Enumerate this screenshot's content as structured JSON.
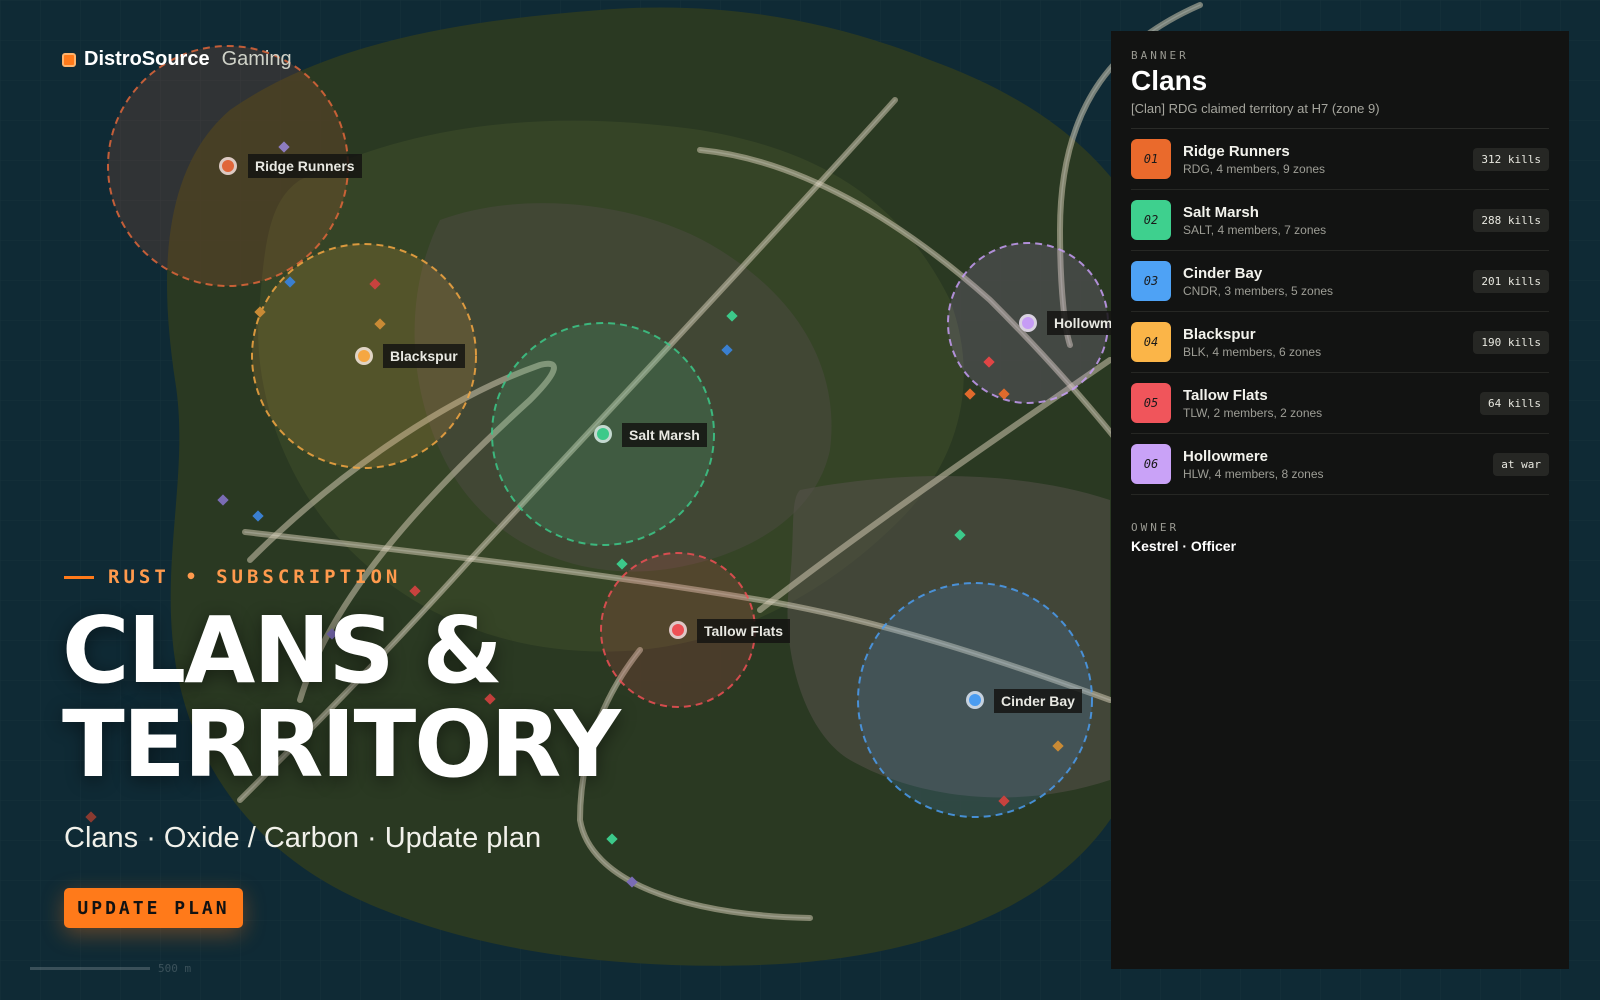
{
  "brand": {
    "name": "DistroSource",
    "sub": "Gaming",
    "accent": "#ff7a1a"
  },
  "hero": {
    "kicker": "RUST • SUBSCRIPTION",
    "title_line1": "CLANS &",
    "title_line2": "TERRITORY",
    "subtitle": "Clans · Oxide / Carbon · Update plan",
    "cta_label": "UPDATE PLAN"
  },
  "map": {
    "scale_label": "500 m",
    "zones": [
      {
        "name": "Ridge Runners",
        "color": "#e0663a"
      },
      {
        "name": "Blackspur",
        "color": "#f5a742"
      },
      {
        "name": "Salt Marsh",
        "color": "#3cc98a"
      },
      {
        "name": "Tallow Flats",
        "color": "#ee4f55"
      },
      {
        "name": "Cinder Bay",
        "color": "#4a9cf0"
      },
      {
        "name": "Hollowmere",
        "color": "#c69cf5"
      }
    ]
  },
  "panel": {
    "eyebrow": "BANNER",
    "title": "Clans",
    "status": "[Clan] RDG claimed territory at H7 (zone 9)",
    "clans": [
      {
        "rank": "01",
        "name": "Ridge Runners",
        "meta": "RDG, 4 members, 9 zones",
        "badge": "312 kills",
        "color": "#ea6a2c"
      },
      {
        "rank": "02",
        "name": "Salt Marsh",
        "meta": "SALT, 4 members, 7 zones",
        "badge": "288 kills",
        "color": "#3ed08e"
      },
      {
        "rank": "03",
        "name": "Cinder Bay",
        "meta": "CNDR, 3 members, 5 zones",
        "badge": "201 kills",
        "color": "#4ea2f5"
      },
      {
        "rank": "04",
        "name": "Blackspur",
        "meta": "BLK, 4 members, 6 zones",
        "badge": "190 kills",
        "color": "#fbb548"
      },
      {
        "rank": "05",
        "name": "Tallow Flats",
        "meta": "TLW, 2 members, 2 zones",
        "badge": "64 kills",
        "color": "#f0555b"
      },
      {
        "rank": "06",
        "name": "Hollowmere",
        "meta": "HLW, 4 members, 8 zones",
        "badge": "at war",
        "color": "#c9a2f7"
      }
    ],
    "owner_eyebrow": "OWNER",
    "owner_value": "Kestrel · Officer"
  }
}
